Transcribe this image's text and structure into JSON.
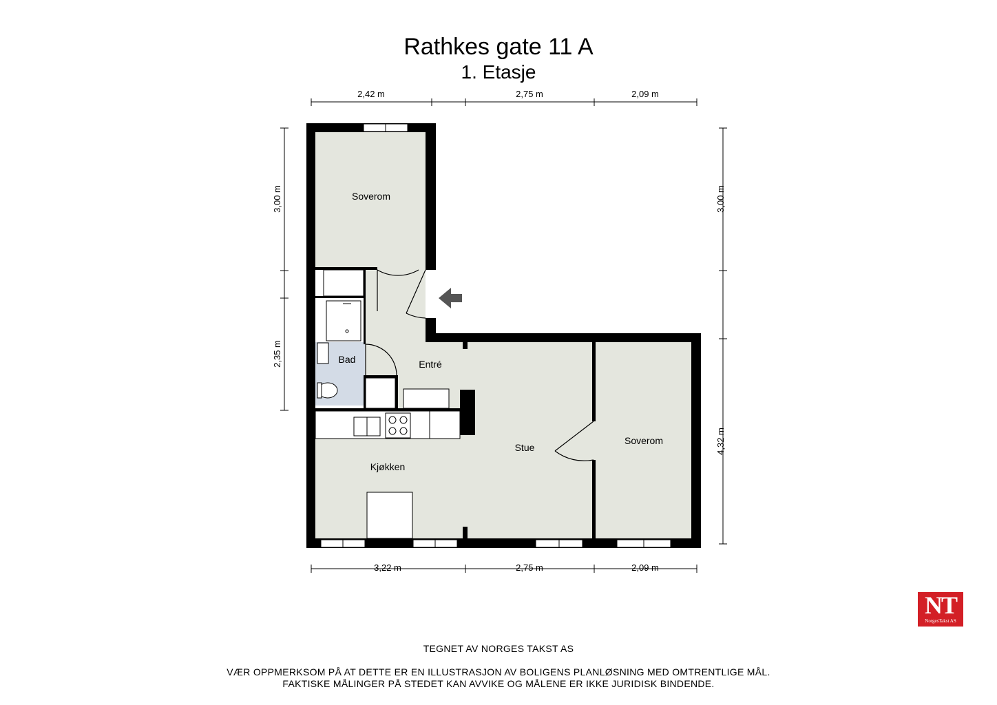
{
  "header": {
    "title": "Rathkes gate 11 A",
    "subtitle": "1. Etasje"
  },
  "rooms": {
    "soverom_top": "Soverom",
    "bad": "Bad",
    "entre": "Entré",
    "stue": "Stue",
    "soverom_right": "Soverom",
    "kjokken": "Kjøkken"
  },
  "dimensions": {
    "top": [
      "2,42 m",
      "2,75 m",
      "2,09 m"
    ],
    "bottom": [
      "3,22 m",
      "2,75 m",
      "2,09 m"
    ],
    "left": [
      "3,00 m",
      "2,35 m"
    ],
    "right": [
      "3,00 m",
      "4,32 m"
    ]
  },
  "colors": {
    "floor": "#e4e6de",
    "bathroom": "#d3dbe6",
    "wall": "#000000"
  },
  "logo": {
    "mark": "NT",
    "name": "NorgesTakst AS"
  },
  "footer": {
    "credit": "TEGNET AV NORGES TAKST AS",
    "note_line1": "VÆR OPPMERKSOM PÅ AT DETTE ER EN ILLUSTRASJON AV BOLIGENS PLANLØSNING MED OMTRENTLIGE MÅL.",
    "note_line2": "FAKTISKE MÅLINGER PÅ STEDET KAN AVVIKE OG MÅLENE ER IKKE JURIDISK BINDENDE."
  }
}
